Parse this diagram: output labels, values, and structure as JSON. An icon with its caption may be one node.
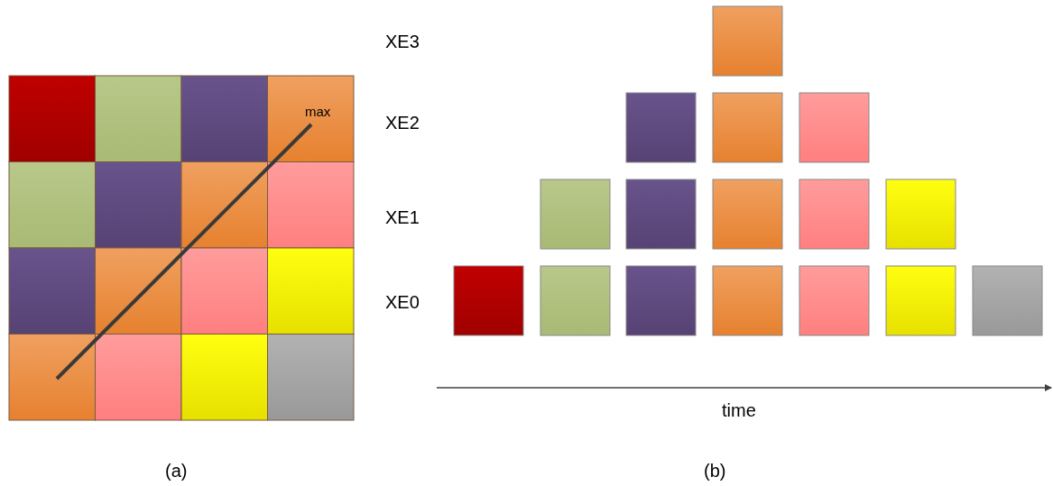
{
  "diagram": {
    "labels": [
      "XE3",
      "max",
      "XE2",
      "XE1",
      "XE0",
      "time",
      "(a)",
      "(b)"
    ]
  }
}
